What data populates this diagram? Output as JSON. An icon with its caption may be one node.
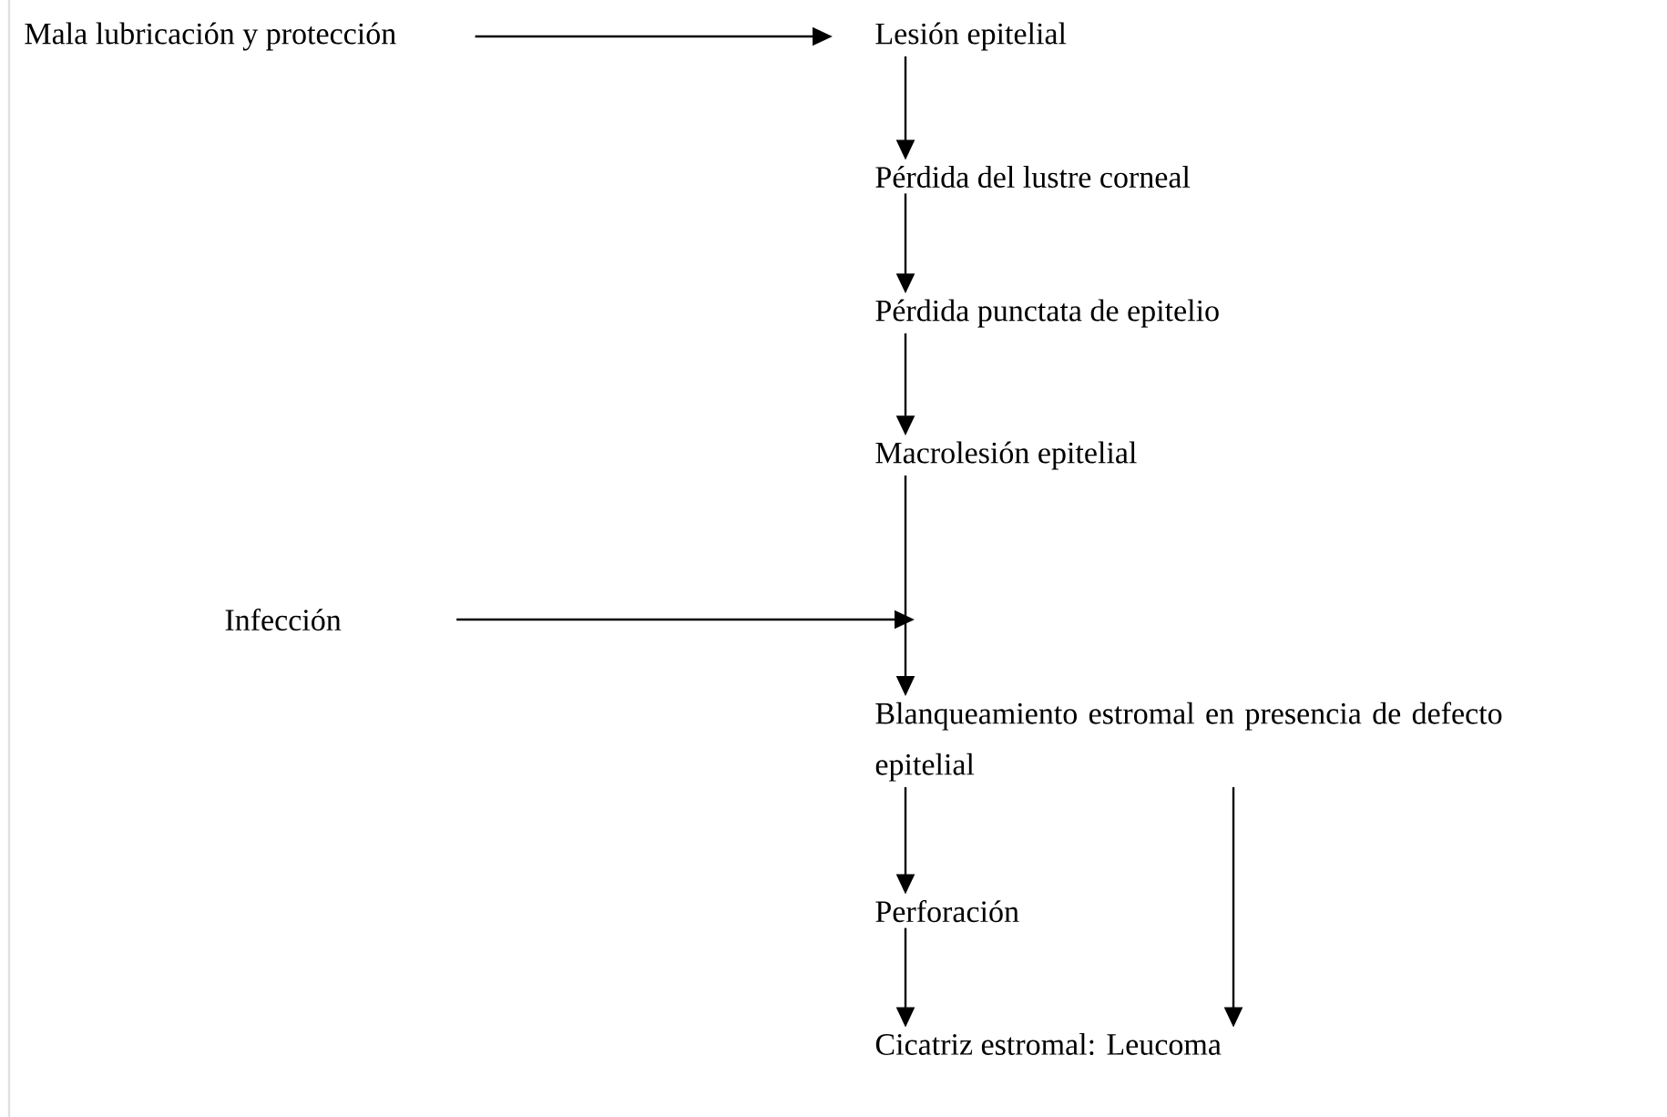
{
  "diagram": {
    "nodes": [
      {
        "text": [
          "Mala lubricación y protección"
        ]
      },
      {
        "text": [
          "Lesión epitelial"
        ]
      },
      {
        "text": [
          "Pérdida del lustre corneal"
        ]
      },
      {
        "text": [
          "Pérdida punctata de epitelio"
        ]
      },
      {
        "text": [
          "Macrolesión epitelial"
        ]
      },
      {
        "text": [
          "Infección"
        ]
      },
      {
        "text": [
          "Blanqueamiento estromal en presencia de defecto epitelial"
        ]
      },
      {
        "text": [
          "Perforación"
        ]
      },
      {
        "text": [
          "Cicatriz estromal: Leucoma"
        ]
      }
    ],
    "edges": [
      {
        "from": 0,
        "to": 1,
        "arrow": "to"
      },
      {
        "from": 1,
        "to": 2,
        "arrow": "to"
      },
      {
        "from": 2,
        "to": 3,
        "arrow": "to"
      },
      {
        "from": 3,
        "to": 4,
        "arrow": "to"
      },
      {
        "from": 4,
        "to": 6,
        "arrow": "to"
      },
      {
        "from": 5,
        "to": null,
        "arrow": "to"
      },
      {
        "from": 6,
        "to": 7,
        "arrow": "to"
      },
      {
        "from": 7,
        "to": 8,
        "arrow": "to"
      },
      {
        "from": 6,
        "to": 8,
        "arrow": "to"
      }
    ]
  }
}
